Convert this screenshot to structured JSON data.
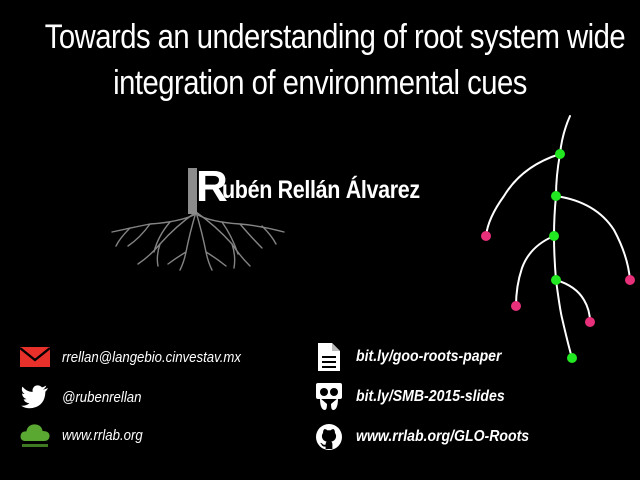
{
  "title": {
    "line1": "Towards an understanding of root system wide",
    "line2": "integration of environmental cues"
  },
  "author": {
    "logo_letter": "R",
    "name": "ubén Rellán Álvarez"
  },
  "contacts_left": [
    {
      "icon": "mail-icon",
      "text": "rrellan@langebio.cinvestav.mx",
      "color": "#e8302a"
    },
    {
      "icon": "twitter-icon",
      "text": "@rubenrellan",
      "color": "#ffffff"
    },
    {
      "icon": "cloud-icon",
      "text": "www.rrlab.org",
      "color": "#5aa832"
    }
  ],
  "contacts_right": [
    {
      "icon": "document-icon",
      "text": "bit.ly/goo-roots-paper"
    },
    {
      "icon": "slideshare-icon",
      "text": "bit.ly/SMB-2015-slides"
    },
    {
      "icon": "github-icon",
      "text": "www.rrlab.org/GLO-Roots"
    }
  ],
  "colors": {
    "background": "#000000",
    "node_green": "#22e822",
    "node_pink": "#e8307a",
    "line": "#ffffff"
  }
}
